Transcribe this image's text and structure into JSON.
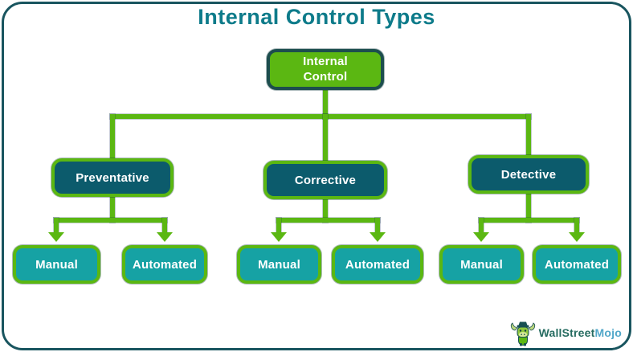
{
  "title": "Internal Control Types",
  "root": {
    "label": "Internal Control"
  },
  "branches": [
    {
      "label": "Preventative",
      "children": [
        {
          "label": "Manual"
        },
        {
          "label": "Automated"
        }
      ]
    },
    {
      "label": "Corrective",
      "children": [
        {
          "label": "Manual"
        },
        {
          "label": "Automated"
        }
      ]
    },
    {
      "label": "Detective",
      "children": [
        {
          "label": "Manual"
        },
        {
          "label": "Automated"
        }
      ]
    }
  ],
  "logo": {
    "brand_primary": "WallStreet",
    "brand_accent": "Mojo"
  },
  "colors": {
    "accent_green": "#5bb712",
    "level2_teal": "#0c5b6c",
    "level3_teal": "#16a2a4",
    "title_teal": "#0d7b8a",
    "frame_border": "#19555f",
    "root_border": "#1d4e4e"
  }
}
